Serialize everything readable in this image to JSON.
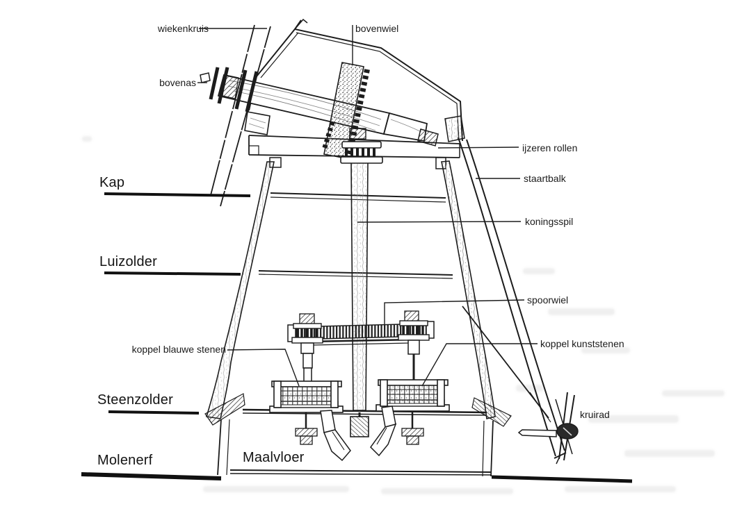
{
  "colors": {
    "ink": "#1c1c1c",
    "paper": "#ffffff"
  },
  "part_labels": {
    "wiekenkruis": "wiekenkruis",
    "bovenwiel": "bovenwiel",
    "bovenas": "bovenas",
    "ijzeren_rollen": "ijzeren rollen",
    "staartbalk": "staartbalk",
    "koningsspil": "koningsspil",
    "spoorwiel": "spoorwiel",
    "koppel_blauwe_stenen": "koppel blauwe stenen",
    "koppel_kunststenen": "koppel kunststenen",
    "kruirad": "kruirad"
  },
  "section_labels": {
    "kap": "Kap",
    "luizolder": "Luizolder",
    "steenzolder": "Steenzolder",
    "molenerf": "Molenerf",
    "maalvloer": "Maalvloer"
  }
}
